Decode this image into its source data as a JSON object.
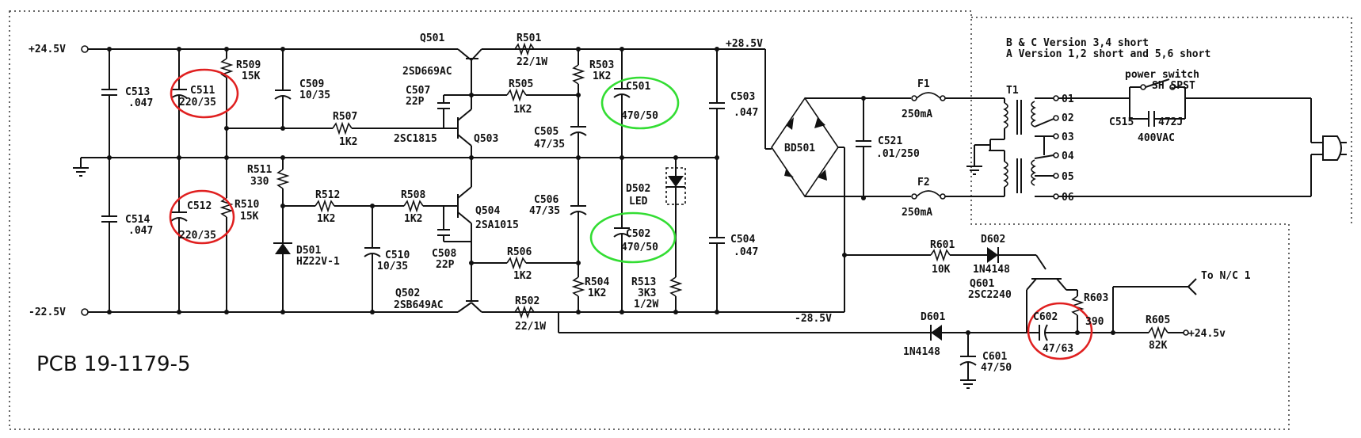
{
  "pcb_label": "PCB 19-1179-5",
  "notes": {
    "line1": "B & C Version 3,4 short",
    "line2": "A Version 1,2 short and 5,6 short"
  },
  "rails": {
    "pos_in": "+24.5V",
    "neg_in": "-22.5V",
    "pos_out": "+28.5V",
    "neg_out": "-28.5V",
    "aux_out": "+24.5v",
    "to_nc": "To N/C 1"
  },
  "components": {
    "c513": {
      "ref": "C513",
      "val": ".047"
    },
    "c514": {
      "ref": "C514",
      "val": ".047"
    },
    "c511": {
      "ref": "C511",
      "val": "220/35"
    },
    "c512": {
      "ref": "C512",
      "val": "220/35"
    },
    "r509": {
      "ref": "R509",
      "val": "15K"
    },
    "r510": {
      "ref": "R510",
      "val": "15K"
    },
    "c509": {
      "ref": "C509",
      "val": "10/35"
    },
    "r507": {
      "ref": "R507",
      "val": "1K2"
    },
    "r511": {
      "ref": "R511",
      "val": "330"
    },
    "r512": {
      "ref": "R512",
      "val": "1K2"
    },
    "r508": {
      "ref": "R508",
      "val": "1K2"
    },
    "d501": {
      "ref": "D501",
      "val": "HZ22V-1"
    },
    "c510": {
      "ref": "C510",
      "val": "10/35"
    },
    "q501": {
      "ref": "Q501",
      "val": "2SD669AC"
    },
    "q502": {
      "ref": "Q502",
      "val": "2SB649AC"
    },
    "q503": {
      "ref": "Q503",
      "val": "2SC1815"
    },
    "q504": {
      "ref": "Q504",
      "val": "2SA1015"
    },
    "c507": {
      "ref": "C507",
      "val": "22P"
    },
    "c508": {
      "ref": "C508",
      "val": "22P"
    },
    "r501": {
      "ref": "R501",
      "val": "22/1W"
    },
    "r502": {
      "ref": "R502",
      "val": "22/1W"
    },
    "r505": {
      "ref": "R505",
      "val": "1K2"
    },
    "r506": {
      "ref": "R506",
      "val": "1K2"
    },
    "r503": {
      "ref": "R503",
      "val": "1K2"
    },
    "r504": {
      "ref": "R504",
      "val": "1K2"
    },
    "c505": {
      "ref": "C505",
      "val": "47/35"
    },
    "c506": {
      "ref": "C506",
      "val": "47/35"
    },
    "c501": {
      "ref": "C501",
      "val": "470/50"
    },
    "c502": {
      "ref": "C502",
      "val": "470/50"
    },
    "d502": {
      "ref": "D502",
      "val": "LED"
    },
    "r513": {
      "ref": "R513",
      "val": "3K3",
      "val2": "1/2W"
    },
    "c503": {
      "ref": "C503",
      "val": ".047"
    },
    "c504": {
      "ref": "C504",
      "val": ".047"
    },
    "bd501": {
      "ref": "BD501"
    },
    "c521": {
      "ref": "C521",
      "val": ".01/250"
    },
    "f1": {
      "ref": "F1",
      "val": "250mA"
    },
    "f2": {
      "ref": "F2",
      "val": "250mA"
    },
    "t1": {
      "ref": "T1"
    },
    "c515": {
      "ref": "C515",
      "val": "472J",
      "val2": "400VAC"
    },
    "switch": {
      "label": "power switch",
      "val": "SH SPST"
    },
    "r601": {
      "ref": "R601",
      "val": "10K"
    },
    "d602": {
      "ref": "D602",
      "val": "1N4148"
    },
    "q601": {
      "ref": "Q601",
      "val": "2SC2240"
    },
    "r603": {
      "ref": "R603",
      "val": "390"
    },
    "c602": {
      "ref": "C602",
      "val": "47/63"
    },
    "d601": {
      "ref": "D601",
      "val": "1N4148"
    },
    "c601": {
      "ref": "C601",
      "val": "47/50"
    },
    "r605": {
      "ref": "R605",
      "val": "82K"
    }
  },
  "taps": [
    "01",
    "02",
    "03",
    "04",
    "05",
    "06"
  ],
  "highlights": {
    "red": "#e02020",
    "green": "#33dd33"
  }
}
